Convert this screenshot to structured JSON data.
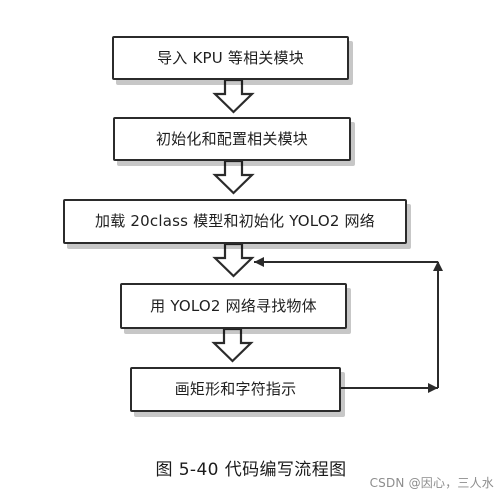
{
  "flowchart": {
    "steps": [
      {
        "label": "导入 KPU 等相关模块"
      },
      {
        "label": "初始化和配置相关模块"
      },
      {
        "label": "加载 20class 模型和初始化 YOLO2 网络"
      },
      {
        "label": "用 YOLO2 网络寻找物体"
      },
      {
        "label": "画矩形和字符指示"
      }
    ],
    "caption": "图 5-40 代码编写流程图"
  },
  "watermark": "CSDN @因心，三人水",
  "colors": {
    "stroke": "#2b2b2b",
    "text": "#1f1f1f",
    "background": "#ffffff"
  }
}
